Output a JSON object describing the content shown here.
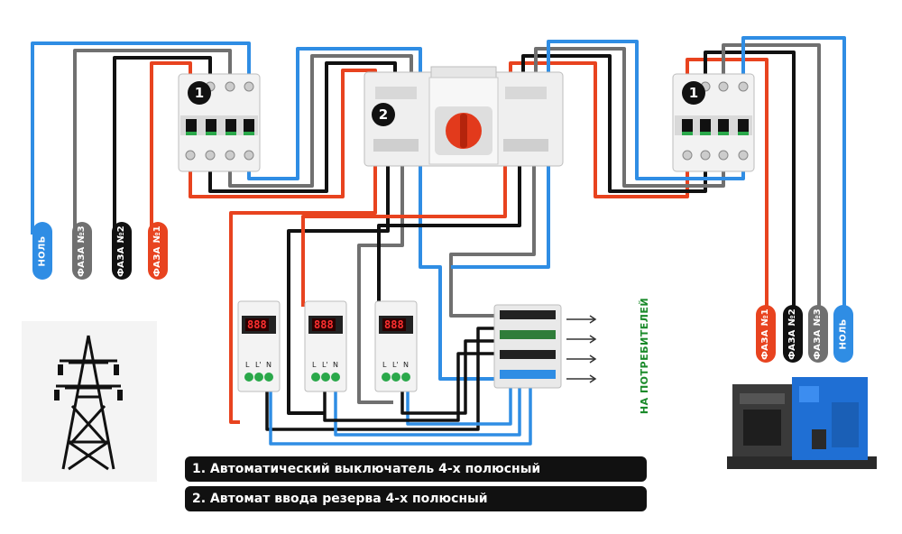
{
  "labels": {
    "left": {
      "neutral": "НОЛЬ",
      "phase3": "ФАЗА №3",
      "phase2": "ФАЗА №2",
      "phase1": "ФАЗА №1"
    },
    "right": {
      "phase1": "ФАЗА №1",
      "phase2": "ФАЗА №2",
      "phase3": "ФАЗА №3",
      "neutral": "НОЛЬ"
    },
    "consumers": "НА ПОТРЕБИТЕЛЕЙ"
  },
  "badges": {
    "left_breaker": "1",
    "ats": "2",
    "right_breaker": "1"
  },
  "relay": {
    "display": "888",
    "terminals": [
      "L",
      "L'",
      "N"
    ]
  },
  "legend": [
    "1. Автоматический выключатель 4-х полюсный",
    "2. Автомат ввода резерва 4-х полюсный"
  ],
  "colors": {
    "neutral": "#2f8de4",
    "phase1": "#e8431f",
    "phase2": "#111111",
    "phase3": "#707070",
    "consumers_text": "#1a8a2a"
  },
  "icons": [
    "power-tower-icon",
    "diesel-generator-icon",
    "arrow-right-icon"
  ]
}
